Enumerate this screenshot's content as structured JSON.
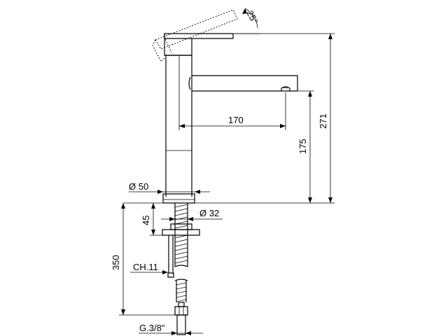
{
  "dimensions": {
    "lever_angle": "25°",
    "total_height": "271",
    "spout_reach": "170",
    "spout_height": "175",
    "body_diameter": "Ø 50",
    "shank_diameter": "Ø 32",
    "shank_length": "45",
    "hose_length": "350",
    "wrench_size": "CH.11",
    "hose_thread": "G.3/8\""
  }
}
